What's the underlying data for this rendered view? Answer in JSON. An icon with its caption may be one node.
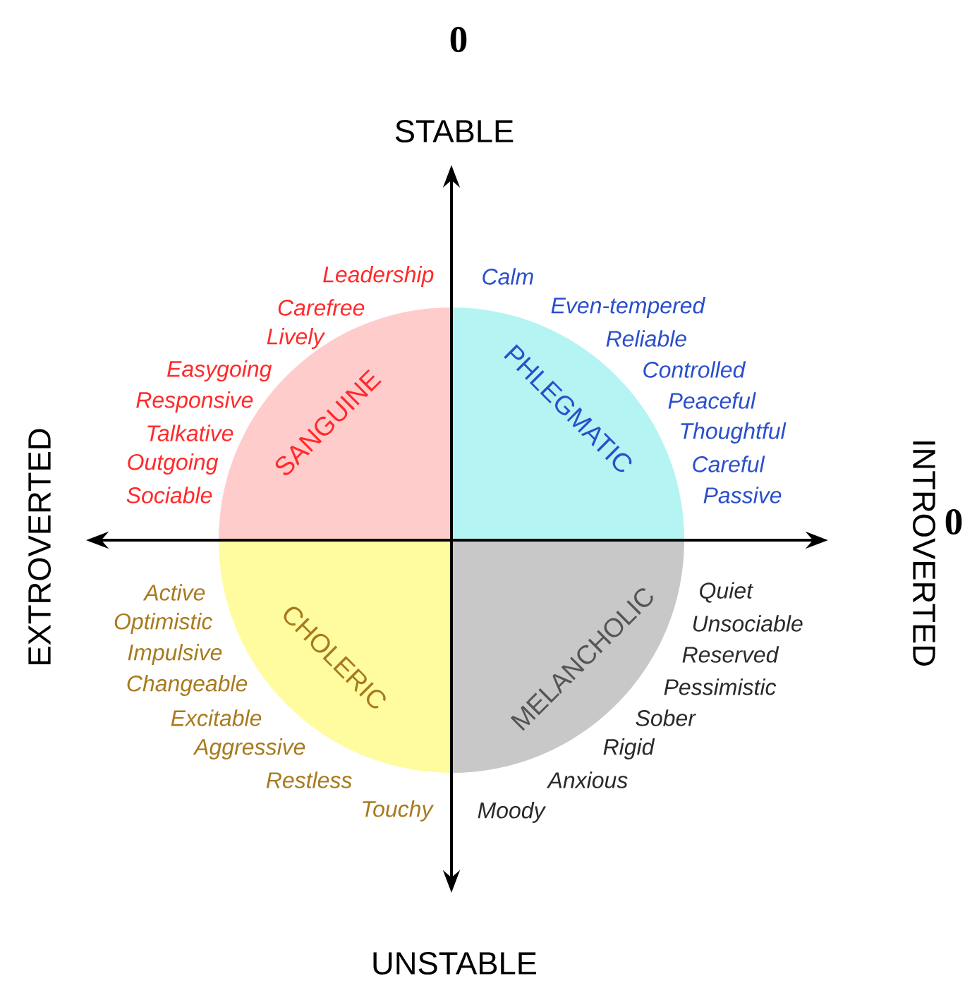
{
  "diagram": {
    "nodes": [
      {
        "text": [
          "SANGUINE"
        ],
        "beside": [
          "Leadership",
          "Carefree",
          "Lively",
          "Easygoing",
          "Responsive",
          "Talkative",
          "Outgoing",
          "Sociable"
        ]
      },
      {
        "text": [
          "PHLEGMATIC"
        ],
        "beside": [
          "Calm",
          "Even-tempered",
          "Reliable",
          "Controlled",
          "Peaceful",
          "Thoughtful",
          "Careful",
          "Passive"
        ]
      },
      {
        "text": [
          "CHOLERIC"
        ],
        "beside": [
          "Active",
          "Optimistic",
          "Impulsive",
          "Changeable",
          "Excitable",
          "Aggressive",
          "Restless",
          "Touchy"
        ]
      },
      {
        "text": [
          "MELANCHOLIC"
        ],
        "beside": [
          "Quiet",
          "Unsociable",
          "Reserved",
          "Pessimistic",
          "Sober",
          "Rigid",
          "Anxious",
          "Moody"
        ]
      }
    ],
    "labels": [
      "0",
      "STABLE",
      "EXTROVERTED",
      "INTROVERTED",
      "0",
      "UNSTABLE"
    ]
  }
}
